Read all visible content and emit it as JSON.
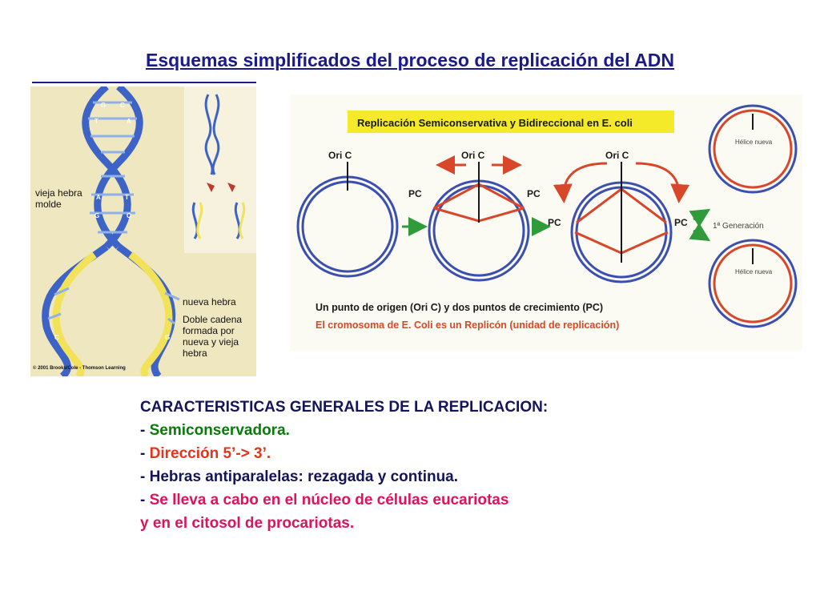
{
  "title": "Esquemas simplificados del proceso de replicación del ADN",
  "dna_figure": {
    "label_old": [
      "vieja hebra",
      "molde"
    ],
    "label_new": "nueva hebra",
    "label_double": [
      "Doble cadena",
      "formada por",
      "nueva y vieja",
      "hebra"
    ],
    "copyright": "© 2001 Brooks/Cole - Thomson Learning",
    "bases": [
      "G",
      "C",
      "T",
      "A",
      "A",
      "T",
      "G",
      "C",
      "C",
      "G"
    ],
    "colors": {
      "old_strand": "#3d63c7",
      "new_strand": "#f2e25a",
      "background": "#efe7c0"
    }
  },
  "replication_figure": {
    "header": "Replicación Semiconservativa y Bidireccional en E. coli",
    "ori_labels": [
      "Ori C",
      "Ori C",
      "Ori C"
    ],
    "pc_label": "PC",
    "helix_label": "Hélice nueva",
    "generation_label": "1ª Generación",
    "caption_1": "Un punto de origen (Ori C) y dos puntos de crecimiento (PC)",
    "caption_2": "El cromosoma de E. Coli es un Replicón (unidad de replicación)",
    "colors": {
      "header_bg": "#f5ea2a",
      "old_dna": "#3b4fb0",
      "new_dna": "#d9472b",
      "arrow_green": "#2f9b3a",
      "caption_2": "#d9472b"
    }
  },
  "characteristics": {
    "heading": "CARACTERISTICAS GENERALES DE LA REPLICACION:",
    "items": [
      {
        "prefix": "- ",
        "text": "Semiconservadora."
      },
      {
        "prefix": "- ",
        "text": "Dirección 5’-> 3’."
      },
      {
        "prefix": "- ",
        "text": "Hebras antiparalelas: rezagada y continua."
      },
      {
        "prefix": "- ",
        "text": "Se lleva a cabo en el núcleo de células eucariotas"
      }
    ],
    "continuation": "y en el citosol de procariotas."
  }
}
